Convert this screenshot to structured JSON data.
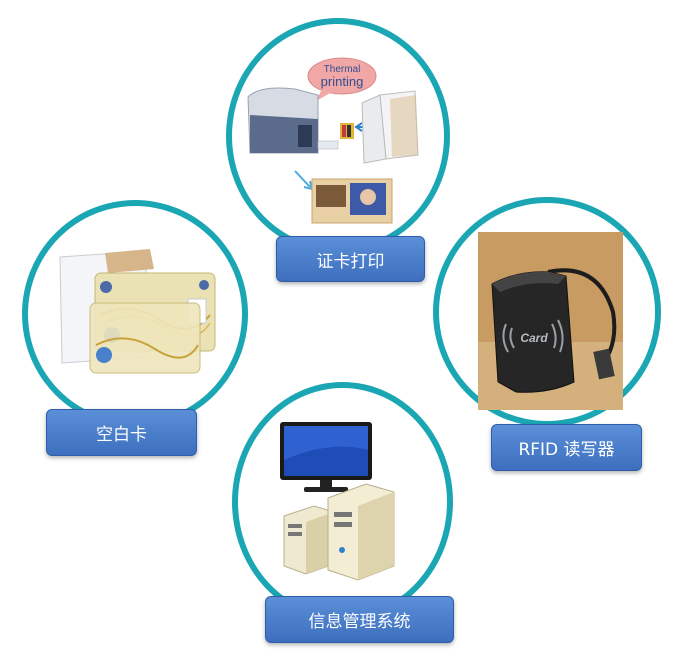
{
  "nodes": {
    "printing": {
      "label": "证卡打印",
      "bubble_line1": "Thermal",
      "bubble_line2": "printing"
    },
    "blank_card": {
      "label": "空白卡"
    },
    "rfid": {
      "label": "RFID 读写器",
      "device_text": "Card"
    },
    "info_system": {
      "label": "信息管理系统"
    }
  },
  "colors": {
    "ring": "#1ba6b4",
    "label_bg": "#4a7fcc",
    "label_text": "#ffffff"
  }
}
